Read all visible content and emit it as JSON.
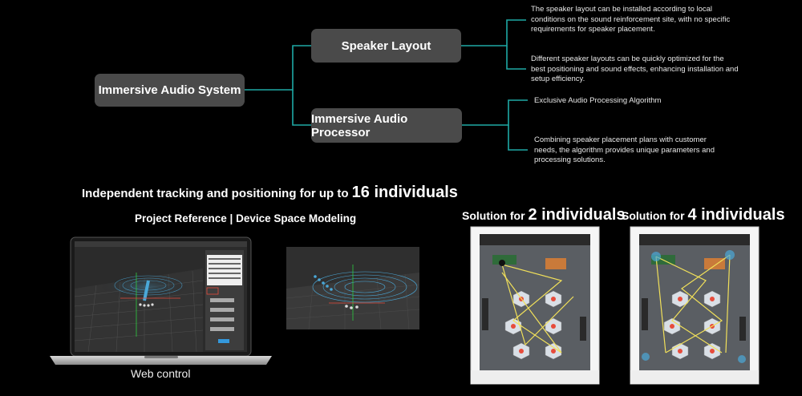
{
  "mindmap": {
    "root": "Immersive Audio System",
    "branch1": "Speaker Layout",
    "branch2": "Immersive Audio Processor",
    "desc1": "The speaker layout can be installed according to local conditions on the sound reinforcement site, with no specific requirements for speaker placement.",
    "desc2": "Different speaker layouts can be quickly optimized for the best positioning and sound effects, enhancing installation and setup efficiency.",
    "desc3": "Exclusive Audio Processing Algorithm",
    "desc4": "Combining speaker placement plans with customer needs, the algorithm provides unique parameters and processing solutions."
  },
  "tracking": {
    "title_prefix": "Independent tracking and positioning for up to",
    "title_number": "16 individuals",
    "subtitle": "Project Reference | Device Space Modeling",
    "web_caption": "Web control"
  },
  "solutions": {
    "two_prefix": "Solution for",
    "two_number": "2 individuals",
    "four_prefix": "Solution for",
    "four_number": "4 individuals"
  },
  "colors": {
    "connector": "#1fa9a6",
    "node": "#4a4a4a",
    "background": "#000000"
  }
}
